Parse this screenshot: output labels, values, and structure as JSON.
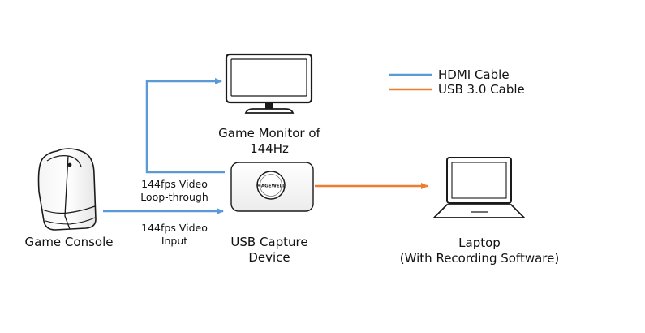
{
  "colors": {
    "hdmi": "#5b9bd5",
    "usb": "#ed7d31",
    "device_outline": "#1a1a1a"
  },
  "legend": {
    "hdmi_label": "HDMI Cable",
    "usb_label": "USB 3.0 Cable"
  },
  "nodes": {
    "console_label": "Game Console",
    "monitor_label_line1": "Game Monitor of",
    "monitor_label_line2": "144Hz",
    "capture_label_line1": "USB Capture",
    "capture_label_line2": "Device",
    "capture_brand": "MAGEWELL",
    "laptop_label_line1": "Laptop",
    "laptop_label_line2": "(With Recording Software)"
  },
  "edges": {
    "loop_label_line1": "144fps Video",
    "loop_label_line2": "Loop-through",
    "input_label_line1": "144fps Video",
    "input_label_line2": "Input"
  },
  "icons": {
    "console": "game-console-icon",
    "monitor": "monitor-icon",
    "capture": "usb-capture-device-icon",
    "laptop": "laptop-icon"
  }
}
